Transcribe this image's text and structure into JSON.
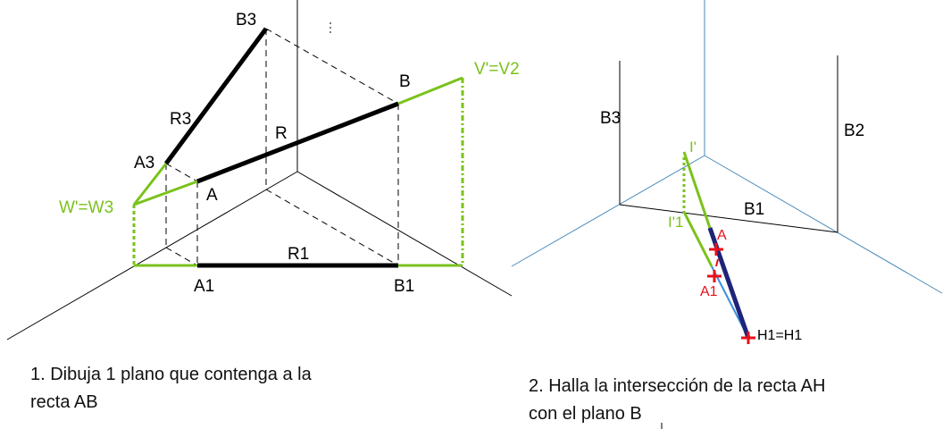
{
  "colors": {
    "green": "#7ac21c",
    "navy": "#1e2478",
    "axis_blue": "#4a8ab8",
    "red": "#e8101a",
    "black": "#000000"
  },
  "figure1": {
    "labels": {
      "b3": "B3",
      "r3": "R3",
      "a3": "A3",
      "a": "A",
      "r": "R",
      "b": "B",
      "w": "W'=W3",
      "v": "V'=V2",
      "r1": "R1",
      "a1": "A1",
      "b1": "B1"
    },
    "caption": [
      "1. Dibuja  1 plano que contenga a la",
      "recta AB"
    ]
  },
  "figure2": {
    "labels": {
      "b3": "B3",
      "b2": "B2",
      "b1": "B1",
      "i": "I'",
      "i1": "I'1",
      "a": "A",
      "a1": "A1",
      "h": "H1=H1"
    },
    "caption": [
      "2. Halla la intersección de la recta AH",
      "con el plano B"
    ]
  }
}
